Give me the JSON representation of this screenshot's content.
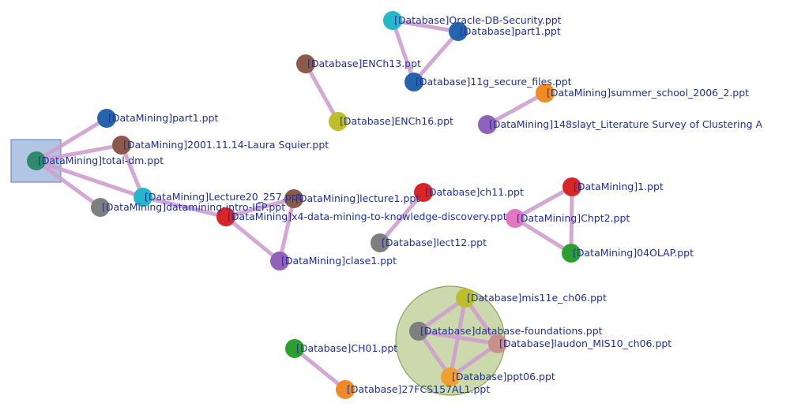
{
  "colors": {
    "edge": "#cf9fd0",
    "label": "#1f2f9e",
    "selection": "#7f9fcf",
    "highlight": "#b6c98a"
  },
  "nodes": [
    {
      "id": "n1",
      "label": "[Database]Oracle-DB-Security.ppt",
      "color": "#25b7c9"
    },
    {
      "id": "n2",
      "label": "[Database]part1.ppt",
      "color": "#2563ad"
    },
    {
      "id": "n3",
      "label": "[Database]ENCh13.ppt",
      "color": "#8b5a4b"
    },
    {
      "id": "n4",
      "label": "[Database]11g_secure_files.ppt",
      "color": "#2563ad"
    },
    {
      "id": "n5",
      "label": "[DataMining]summer_school_2006_2.ppt",
      "color": "#f08a24"
    },
    {
      "id": "n6",
      "label": "[DataMining]148slayt_Literature Survey of Clustering A",
      "color": "#9162ba"
    },
    {
      "id": "n7",
      "label": "[Database]ENCh16.ppt",
      "color": "#bdbf2a"
    },
    {
      "id": "n8",
      "label": "[DataMining]part1.ppt",
      "color": "#2563ad"
    },
    {
      "id": "n9",
      "label": "[DataMining]2001.11.14-Laura Squier.ppt",
      "color": "#8b5a4b"
    },
    {
      "id": "n10",
      "label": "[DataMining]total-dm.ppt",
      "color": "#2e8b6b"
    },
    {
      "id": "n11",
      "label": "[DataMining]Lecture20_257.ppt",
      "color": "#25b7c9"
    },
    {
      "id": "n12",
      "label": "[DataMining]lecture1.ppt",
      "color": "#8b5a4b"
    },
    {
      "id": "n13",
      "label": "[DataMining]datamining-intro-IEP.ppt",
      "color": "#7f7f7f"
    },
    {
      "id": "n14",
      "label": "[DataMining]x4-data-mining-to-knowledge-discovery.ppt",
      "color": "#d62628"
    },
    {
      "id": "n15",
      "label": "[DataMining]clase1.ppt",
      "color": "#9162ba"
    },
    {
      "id": "n16",
      "label": "[Database]ch11.ppt",
      "color": "#d62628"
    },
    {
      "id": "n17",
      "label": "[Database]lect12.ppt",
      "color": "#7f7f7f"
    },
    {
      "id": "n18",
      "label": "[DataMining]1.ppt",
      "color": "#d62628"
    },
    {
      "id": "n19",
      "label": "[DataMining]Chpt2.ppt",
      "color": "#e377c2"
    },
    {
      "id": "n20",
      "label": "[DataMining]04OLAP.ppt",
      "color": "#2ca02c"
    },
    {
      "id": "n21",
      "label": "[Database]mis11e_ch06.ppt",
      "color": "#bdbf2a"
    },
    {
      "id": "n22",
      "label": "[Database]database-foundations.ppt",
      "color": "#7f7f7f"
    },
    {
      "id": "n23",
      "label": "[Database]laudon_MIS10_ch06.ppt",
      "color": "#c98f8a"
    },
    {
      "id": "n24",
      "label": "[Database]ppt06.ppt",
      "color": "#f0a030"
    },
    {
      "id": "n25",
      "label": "[Database]CH01.ppt",
      "color": "#2ca02c"
    },
    {
      "id": "n26",
      "label": "[Database]27FCS157AL1.ppt",
      "color": "#f08a24"
    }
  ],
  "edges": [
    [
      "n1",
      "n2"
    ],
    [
      "n1",
      "n4"
    ],
    [
      "n2",
      "n4"
    ],
    [
      "n3",
      "n7"
    ],
    [
      "n5",
      "n6"
    ],
    [
      "n8",
      "n10"
    ],
    [
      "n9",
      "n10"
    ],
    [
      "n10",
      "n11"
    ],
    [
      "n10",
      "n13"
    ],
    [
      "n9",
      "n11"
    ],
    [
      "n11",
      "n14"
    ],
    [
      "n12",
      "n14"
    ],
    [
      "n12",
      "n15"
    ],
    [
      "n14",
      "n15"
    ],
    [
      "n16",
      "n17"
    ],
    [
      "n18",
      "n19"
    ],
    [
      "n18",
      "n20"
    ],
    [
      "n19",
      "n20"
    ],
    [
      "n21",
      "n22"
    ],
    [
      "n21",
      "n23"
    ],
    [
      "n21",
      "n24"
    ],
    [
      "n22",
      "n23"
    ],
    [
      "n22",
      "n24"
    ],
    [
      "n23",
      "n24"
    ],
    [
      "n25",
      "n26"
    ]
  ]
}
